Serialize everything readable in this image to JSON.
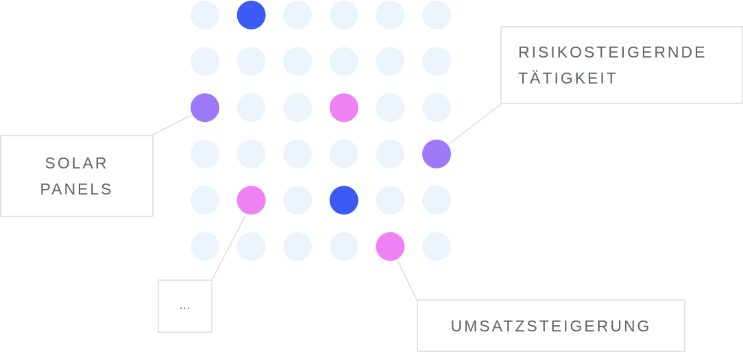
{
  "grid": {
    "rows": 6,
    "cols": 6,
    "colors": {
      "inactive": "#edf3fd",
      "blue": "#3c5af5",
      "purple": "#9d79f7",
      "pink": "#ee82f4"
    },
    "highlighted": [
      {
        "row": 0,
        "col": 1,
        "color": "blue"
      },
      {
        "row": 2,
        "col": 0,
        "color": "purple"
      },
      {
        "row": 2,
        "col": 3,
        "color": "pink"
      },
      {
        "row": 3,
        "col": 5,
        "color": "purple"
      },
      {
        "row": 4,
        "col": 1,
        "color": "pink"
      },
      {
        "row": 4,
        "col": 3,
        "color": "blue"
      },
      {
        "row": 5,
        "col": 4,
        "color": "pink"
      }
    ]
  },
  "callouts": {
    "solar": {
      "line1": "SOLAR",
      "line2": "PANELS"
    },
    "risk": {
      "line1": "RISIKOSTEIGERNDE",
      "line2": "TÄTIGKEIT"
    },
    "ellipsis": {
      "text": "..."
    },
    "umsatz": {
      "text": "UMSATZSTEIGERUNG"
    }
  },
  "connector_color": "#dcdcdc"
}
